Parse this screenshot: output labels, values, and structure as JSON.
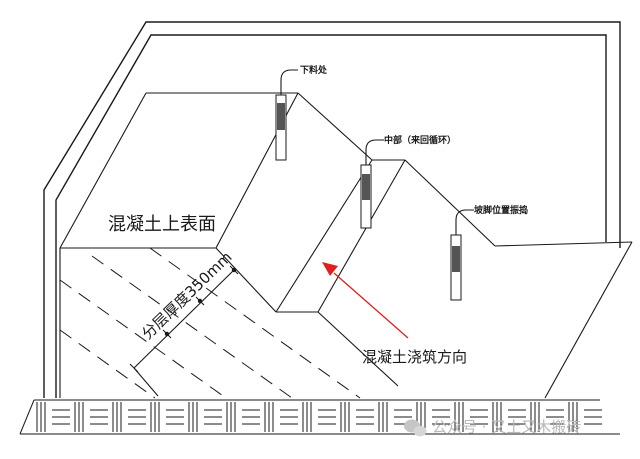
{
  "labels": {
    "vibrator_top": "下料处",
    "vibrator_mid": "中部（来回循环）",
    "vibrator_foot": "坡脚位置振捣",
    "surface": "混凝土上表面",
    "pour_direction": "混凝土浇筑方向",
    "layer_thickness": "分层厚度350mm"
  },
  "watermark": {
    "text": "公众号 · 又土又木搬砖",
    "icon": "wechat-icon"
  },
  "colors": {
    "line": "#1a1a1a",
    "arrow": "#e0201c",
    "vibrator_fill": "#555555",
    "watermark": "#b9b9b9"
  }
}
